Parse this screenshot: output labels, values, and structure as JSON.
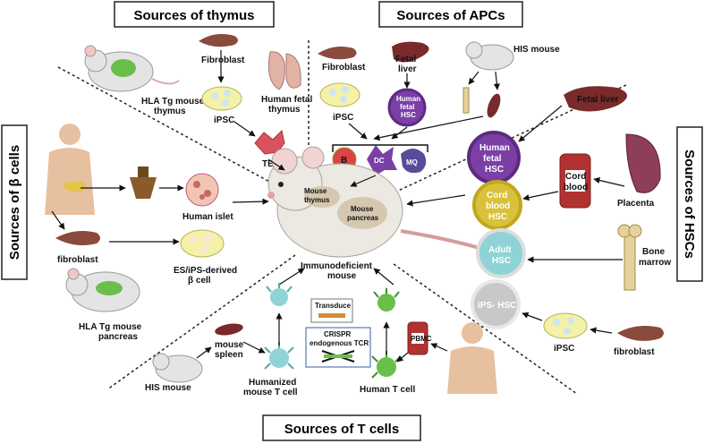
{
  "headers": {
    "thymus": "Sources of thymus",
    "apcs": "Sources of APCs",
    "beta": "Sources of β cells",
    "hscs": "Sources of HSCs",
    "tcells": "Sources of T cells"
  },
  "thymus": {
    "fibroblast": "Fibroblast",
    "hla_mouse": "HLA Tg mouse",
    "hla_mouse2": "thymus",
    "ipsc": "iPSC",
    "fetal": "Human fetal",
    "fetal2": "thymus",
    "tec": "TEC"
  },
  "apcs": {
    "fibroblast": "Fibroblast",
    "fetal_liver": "Fetal",
    "fetal_liver2": "liver",
    "his_mouse": "HIS mouse",
    "hsc1": "Human",
    "hsc2": "fetal",
    "hsc3": "HSC",
    "ipsc": "iPSC",
    "b": "B",
    "dc": "DC",
    "mq": "MQ"
  },
  "center": {
    "mouse_thymus1": "Mouse",
    "mouse_thymus2": "thymus",
    "mouse_pancreas1": "Mouse",
    "mouse_pancreas2": "pancreas",
    "immuno1": "Immunodeficient",
    "immuno2": "mouse"
  },
  "beta": {
    "islet": "Human islet",
    "fibroblast": "fibroblast",
    "es1": "ES/iPS-derived",
    "es2": "β cell",
    "hla1": "HLA Tg mouse",
    "hla2": "pancreas"
  },
  "hscs": {
    "fetal_liver": "Fetal liver",
    "hfhsc1": "Human",
    "hfhsc2": "fetal",
    "hfhsc3": "HSC",
    "cord1": "Cord",
    "cord2": "blood",
    "cord3": "HSC",
    "cord_bag1": "Cord",
    "cord_bag2": "blood",
    "placenta": "Placenta",
    "adult1": "Adult",
    "adult2": "HSC",
    "bone1": "Bone",
    "bone2": "marrow",
    "ips_hsc": "iPS- HSC",
    "ipsc": "iPSC",
    "fibroblast": "fibroblast"
  },
  "tcells": {
    "his_mouse": "HIS mouse",
    "spleen1": "mouse",
    "spleen2": "spleen",
    "humanized1": "Humanized",
    "humanized2": "mouse T cell",
    "transduce": "Transduce",
    "crispr1": "CRISPR",
    "crispr2": "endogenous TCR",
    "pbmc": "PBMC",
    "human_t": "Human T cell"
  },
  "colors": {
    "purple": "#7b3fa6",
    "gold": "#d9c23a",
    "teal": "#8fd3d6",
    "grey": "#c8c8c8",
    "liver": "#7a2a2a",
    "green": "#6abf4b"
  }
}
